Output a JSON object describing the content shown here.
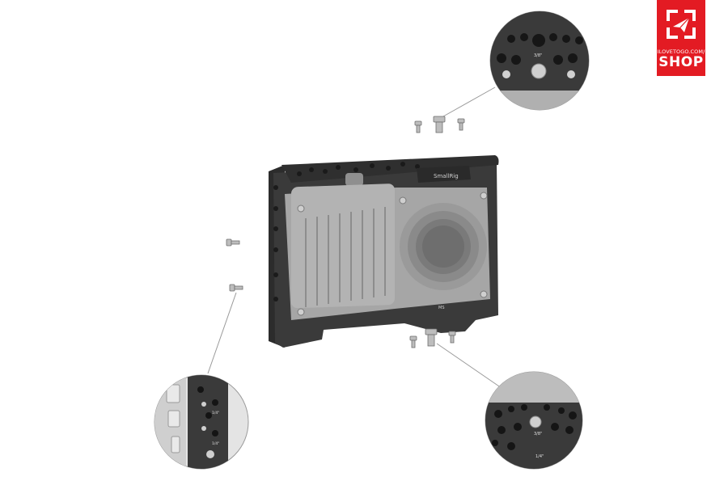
{
  "logo": {
    "line1": "ILOVETOGO.COM/",
    "line2": "SHOP"
  },
  "product": {
    "brand": "SmallRig",
    "bottom_mark": "MS"
  },
  "callouts": {
    "top_right": {
      "label": "3/8\""
    },
    "left": {
      "label_a": "1/4\"",
      "label_b": "1/4\""
    },
    "bottom_right": {
      "label_a": "3/8\"",
      "label_b": "1/4\""
    }
  },
  "colors": {
    "logo_red": "#e31b23",
    "cage_dark": "#3a3a3a",
    "camera_gray": "#a6a6a6"
  }
}
